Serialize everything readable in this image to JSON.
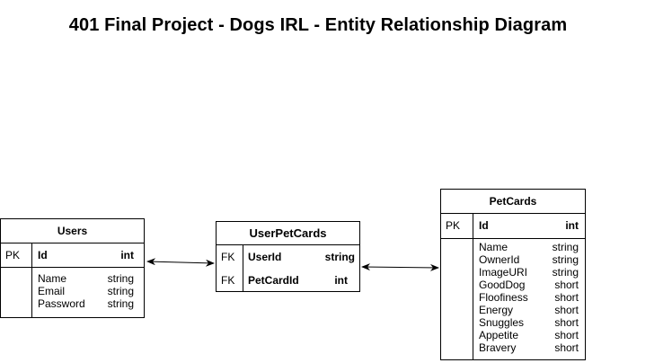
{
  "title": "401 Final Project - Dogs IRL - Entity Relationship Diagram",
  "users": {
    "name": "Users",
    "pk": {
      "key": "PK",
      "field": "Id",
      "type": "int"
    },
    "fields": [
      {
        "name": "Name",
        "type": "string"
      },
      {
        "name": "Email",
        "type": "string"
      },
      {
        "name": "Password",
        "type": "string"
      }
    ]
  },
  "userpetcards": {
    "name": "UserPetCards",
    "rows": [
      {
        "key": "FK",
        "field": "UserId",
        "type": "string"
      },
      {
        "key": "FK",
        "field": "PetCardId",
        "type": "int"
      }
    ]
  },
  "petcards": {
    "name": "PetCards",
    "pk": {
      "key": "PK",
      "field": "Id",
      "type": "int"
    },
    "fields": [
      {
        "name": "Name",
        "type": "string"
      },
      {
        "name": "OwnerId",
        "type": "string"
      },
      {
        "name": "ImageURI",
        "type": "string"
      },
      {
        "name": "GoodDog",
        "type": "short"
      },
      {
        "name": "Floofiness",
        "type": "short"
      },
      {
        "name": "Energy",
        "type": "short"
      },
      {
        "name": "Snuggles",
        "type": "short"
      },
      {
        "name": "Appetite",
        "type": "short"
      },
      {
        "name": "Bravery",
        "type": "short"
      }
    ]
  }
}
